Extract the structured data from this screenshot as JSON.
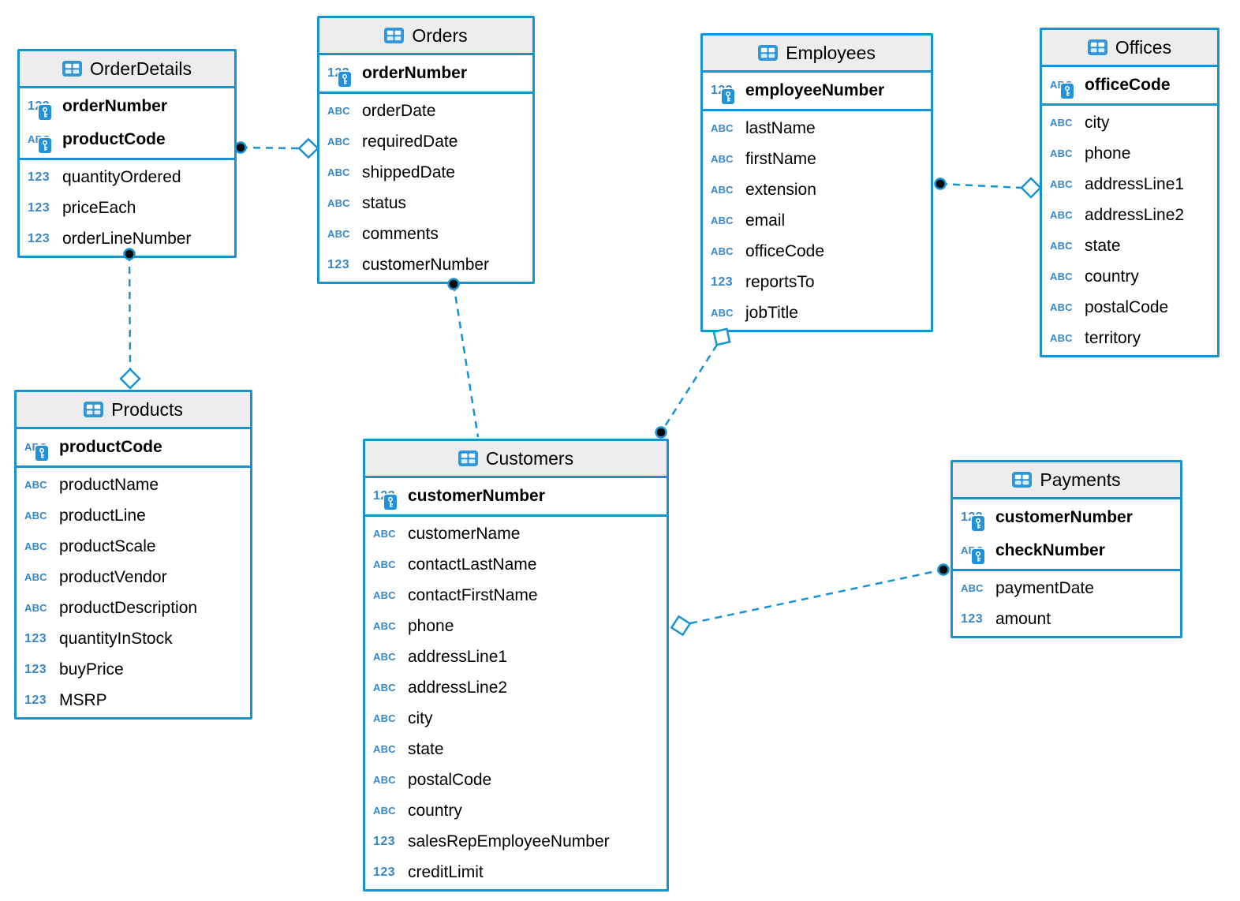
{
  "diagram": {
    "icons": {
      "number_label": "123",
      "text_label": "ABC"
    },
    "colors": {
      "table_border": "#1793d5",
      "header_background": "#ededed",
      "relation_line": "#1793d5",
      "type_icon_blue": "#3787c9",
      "key_badge_blue": "#2191d9",
      "text": "#000000"
    },
    "tables": [
      {
        "name": "OrderDetails",
        "pk": [
          {
            "name": "orderNumber",
            "type": "number"
          },
          {
            "name": "productCode",
            "type": "text"
          }
        ],
        "fields": [
          {
            "name": "quantityOrdered",
            "type": "number"
          },
          {
            "name": "priceEach",
            "type": "number"
          },
          {
            "name": "orderLineNumber",
            "type": "number"
          }
        ]
      },
      {
        "name": "Orders",
        "pk": [
          {
            "name": "orderNumber",
            "type": "number"
          }
        ],
        "fields": [
          {
            "name": "orderDate",
            "type": "text"
          },
          {
            "name": "requiredDate",
            "type": "text"
          },
          {
            "name": "shippedDate",
            "type": "text"
          },
          {
            "name": "status",
            "type": "text"
          },
          {
            "name": "comments",
            "type": "text"
          },
          {
            "name": "customerNumber",
            "type": "number"
          }
        ]
      },
      {
        "name": "Employees",
        "pk": [
          {
            "name": "employeeNumber",
            "type": "number"
          }
        ],
        "fields": [
          {
            "name": "lastName",
            "type": "text"
          },
          {
            "name": "firstName",
            "type": "text"
          },
          {
            "name": "extension",
            "type": "text"
          },
          {
            "name": "email",
            "type": "text"
          },
          {
            "name": "officeCode",
            "type": "text"
          },
          {
            "name": "reportsTo",
            "type": "number"
          },
          {
            "name": "jobTitle",
            "type": "text"
          }
        ]
      },
      {
        "name": "Offices",
        "pk": [
          {
            "name": "officeCode",
            "type": "text"
          }
        ],
        "fields": [
          {
            "name": "city",
            "type": "text"
          },
          {
            "name": "phone",
            "type": "text"
          },
          {
            "name": "addressLine1",
            "type": "text"
          },
          {
            "name": "addressLine2",
            "type": "text"
          },
          {
            "name": "state",
            "type": "text"
          },
          {
            "name": "country",
            "type": "text"
          },
          {
            "name": "postalCode",
            "type": "text"
          },
          {
            "name": "territory",
            "type": "text"
          }
        ]
      },
      {
        "name": "Products",
        "pk": [
          {
            "name": "productCode",
            "type": "text"
          }
        ],
        "fields": [
          {
            "name": "productName",
            "type": "text"
          },
          {
            "name": "productLine",
            "type": "text"
          },
          {
            "name": "productScale",
            "type": "text"
          },
          {
            "name": "productVendor",
            "type": "text"
          },
          {
            "name": "productDescription",
            "type": "text"
          },
          {
            "name": "quantityInStock",
            "type": "number"
          },
          {
            "name": "buyPrice",
            "type": "number"
          },
          {
            "name": "MSRP",
            "type": "number"
          }
        ]
      },
      {
        "name": "Customers",
        "pk": [
          {
            "name": "customerNumber",
            "type": "number"
          }
        ],
        "fields": [
          {
            "name": "customerName",
            "type": "text"
          },
          {
            "name": "contactLastName",
            "type": "text"
          },
          {
            "name": "contactFirstName",
            "type": "text"
          },
          {
            "name": "phone",
            "type": "text"
          },
          {
            "name": "addressLine1",
            "type": "text"
          },
          {
            "name": "addressLine2",
            "type": "text"
          },
          {
            "name": "city",
            "type": "text"
          },
          {
            "name": "state",
            "type": "text"
          },
          {
            "name": "postalCode",
            "type": "text"
          },
          {
            "name": "country",
            "type": "text"
          },
          {
            "name": "salesRepEmployeeNumber",
            "type": "number"
          },
          {
            "name": "creditLimit",
            "type": "number"
          }
        ]
      },
      {
        "name": "Payments",
        "pk": [
          {
            "name": "customerNumber",
            "type": "number"
          },
          {
            "name": "checkNumber",
            "type": "text"
          }
        ],
        "fields": [
          {
            "name": "paymentDate",
            "type": "text"
          },
          {
            "name": "amount",
            "type": "number"
          }
        ]
      }
    ],
    "relations": [
      {
        "from": "OrderDetails",
        "to": "Orders",
        "from_end": "dot",
        "to_end": "diamond"
      },
      {
        "from": "OrderDetails",
        "to": "Products",
        "from_end": "dot",
        "to_end": "diamond"
      },
      {
        "from": "Orders",
        "to": "Customers",
        "from_end": "dot",
        "to_end": "none"
      },
      {
        "from": "Employees",
        "to": "Offices",
        "from_end": "dot",
        "to_end": "diamond"
      },
      {
        "from": "Customers",
        "to": "Employees",
        "from_end": "dot",
        "to_end": "diamond"
      },
      {
        "from": "Payments",
        "to": "Customers",
        "from_end": "dot",
        "to_end": "diamond"
      }
    ]
  }
}
